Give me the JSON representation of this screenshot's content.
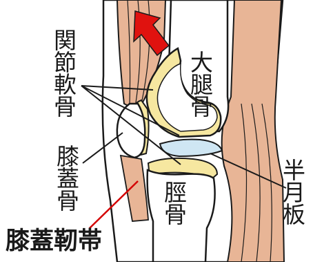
{
  "labels": {
    "articular_cartilage": [
      "関",
      "節",
      "軟",
      "骨"
    ],
    "femur": [
      "大",
      "腿",
      "骨"
    ],
    "patella": [
      "膝",
      "蓋",
      "骨"
    ],
    "tibia": [
      "脛",
      "骨"
    ],
    "meniscus": [
      "半",
      "月",
      "板"
    ],
    "patellar_ligament": "膝蓋靭帯"
  },
  "colors": {
    "cartilage": "#f6e7a0",
    "meniscus": "#cfe6f3",
    "muscle": "#e8b596",
    "tendon": "#f3dccd",
    "arrow": "#e0120f",
    "ligament_line": "#d40000",
    "outline": "#1a1a1a"
  },
  "arrow_icon": "up-right-arrow-icon"
}
